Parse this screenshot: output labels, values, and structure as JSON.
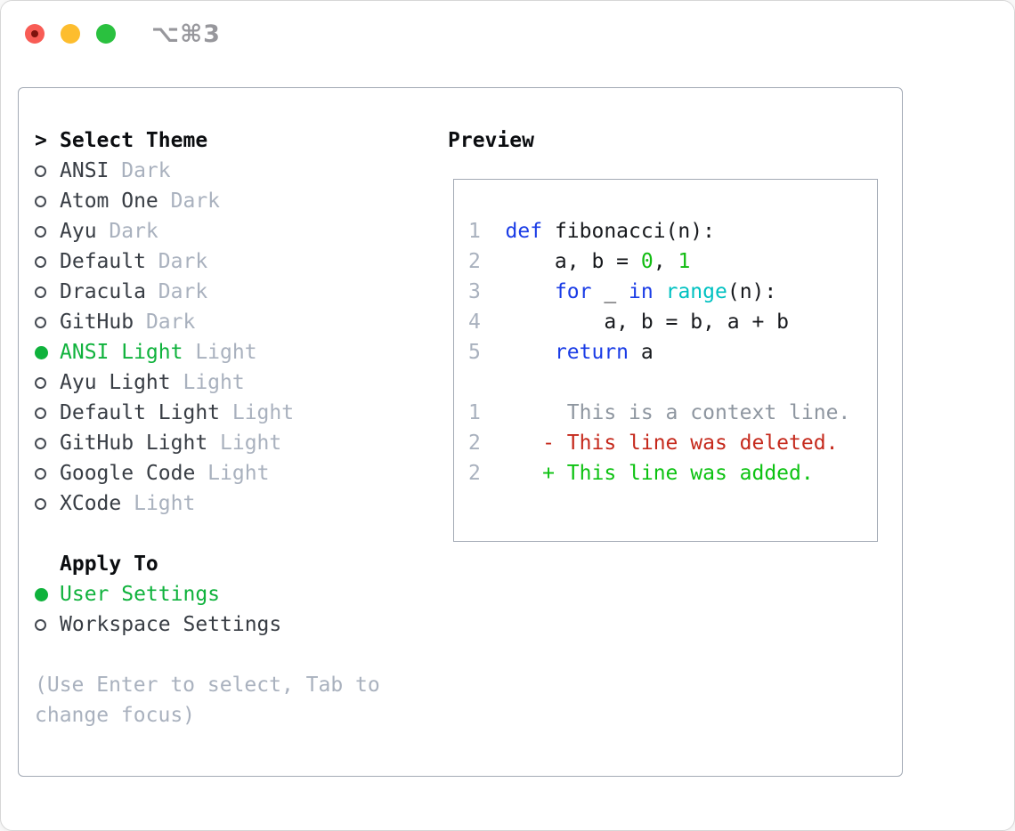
{
  "window": {
    "titlebar_shortcut": "⌥⌘3"
  },
  "colors": {
    "keyword_blue": "#1a3ce6",
    "function_cyan": "#00c1c1",
    "number_green": "#12bc12",
    "added_green": "#0cc211",
    "deleted_red": "#c5291c",
    "selection_green": "#0fb23c",
    "muted_gray": "#a9b1be",
    "context_gray": "#8e96a0",
    "item_text": "#383d44",
    "panel_border": "#a3aab5",
    "traffic_red": "#f85c55",
    "traffic_yellow": "#fdbd2e",
    "traffic_green": "#2ac13f"
  },
  "theme_list": {
    "header_prompt": ">",
    "header_label": "Select Theme",
    "items": [
      {
        "name": "ANSI",
        "tag": "Dark",
        "selected": false
      },
      {
        "name": "Atom One",
        "tag": "Dark",
        "selected": false
      },
      {
        "name": "Ayu",
        "tag": "Dark",
        "selected": false
      },
      {
        "name": "Default",
        "tag": "Dark",
        "selected": false
      },
      {
        "name": "Dracula",
        "tag": "Dark",
        "selected": false
      },
      {
        "name": "GitHub",
        "tag": "Dark",
        "selected": false
      },
      {
        "name": "ANSI Light",
        "tag": "Light",
        "selected": true
      },
      {
        "name": "Ayu Light",
        "tag": "Light",
        "selected": false
      },
      {
        "name": "Default Light",
        "tag": "Light",
        "selected": false
      },
      {
        "name": "GitHub Light",
        "tag": "Light",
        "selected": false
      },
      {
        "name": "Google Code",
        "tag": "Light",
        "selected": false
      },
      {
        "name": "XCode",
        "tag": "Light",
        "selected": false
      }
    ]
  },
  "apply_to": {
    "header": "Apply To",
    "options": [
      {
        "label": "User Settings",
        "selected": true
      },
      {
        "label": "Workspace Settings",
        "selected": false
      }
    ]
  },
  "help_lines": [
    "(Use Enter to select, Tab to",
    "change focus)"
  ],
  "preview": {
    "header": "Preview",
    "lines": [
      {
        "num": "1",
        "tokens": [
          {
            "text": "def",
            "style": "kw"
          },
          {
            "text": " fibonacci(n):",
            "style": "plain"
          }
        ]
      },
      {
        "num": "2",
        "tokens": [
          {
            "text": "    a, b = ",
            "style": "plain"
          },
          {
            "text": "0",
            "style": "num"
          },
          {
            "text": ", ",
            "style": "plain"
          },
          {
            "text": "1",
            "style": "num"
          }
        ]
      },
      {
        "num": "3",
        "tokens": [
          {
            "text": "    ",
            "style": "plain"
          },
          {
            "text": "for",
            "style": "kw"
          },
          {
            "text": " _ ",
            "style": "plain"
          },
          {
            "text": "in",
            "style": "kw"
          },
          {
            "text": " ",
            "style": "plain"
          },
          {
            "text": "range",
            "style": "fn"
          },
          {
            "text": "(n):",
            "style": "plain"
          }
        ]
      },
      {
        "num": "4",
        "tokens": [
          {
            "text": "        a, b = b, a + b",
            "style": "plain"
          }
        ]
      },
      {
        "num": "5",
        "tokens": [
          {
            "text": "    ",
            "style": "plain"
          },
          {
            "text": "return",
            "style": "kw"
          },
          {
            "text": " a",
            "style": "plain"
          }
        ]
      },
      {
        "num": "",
        "tokens": []
      },
      {
        "num": "1",
        "tokens": [
          {
            "text": "     This is a context line.",
            "style": "ctx"
          }
        ]
      },
      {
        "num": "2",
        "tokens": [
          {
            "text": "   - This line was deleted.",
            "style": "del"
          }
        ]
      },
      {
        "num": "2",
        "tokens": [
          {
            "text": "   + This line was added.",
            "style": "add"
          }
        ]
      }
    ]
  }
}
